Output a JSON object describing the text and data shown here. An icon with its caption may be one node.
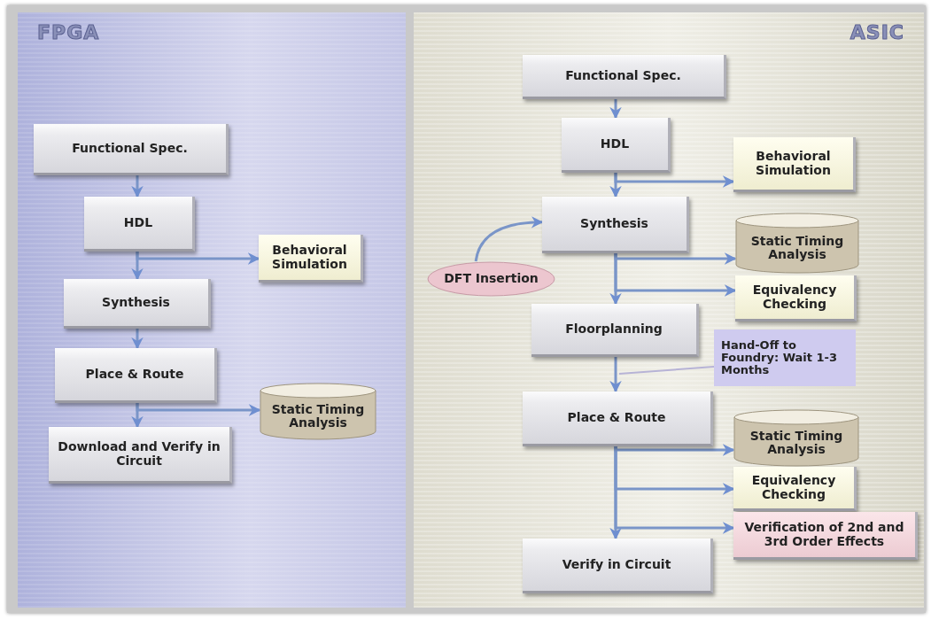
{
  "diagram": {
    "nodes": [
      {
        "text": [
          "FPGA"
        ]
      },
      {
        "text": [
          "Functional Spec."
        ],
        "in": 0
      },
      {
        "text": [
          "HDL"
        ],
        "in": 0
      },
      {
        "text": [
          "Behavioral Simulation"
        ],
        "in": 0
      },
      {
        "text": [
          "Synthesis"
        ],
        "in": 0
      },
      {
        "text": [
          "Place & Route"
        ],
        "in": 0
      },
      {
        "text": [
          "Static Timing Analysis"
        ],
        "in": 0
      },
      {
        "text": [
          "Download and Verify in Circuit"
        ],
        "in": 0
      },
      {
        "text": [
          "ASIC"
        ]
      },
      {
        "text": [
          "Functional Spec."
        ],
        "in": 8
      },
      {
        "text": [
          "HDL"
        ],
        "in": 8
      },
      {
        "text": [
          "Behavioral Simulation"
        ],
        "in": 8
      },
      {
        "text": [
          "Synthesis"
        ],
        "in": 8
      },
      {
        "text": [
          "DFT Insertion"
        ],
        "in": 8
      },
      {
        "text": [
          "Static Timing Analysis"
        ],
        "in": 8
      },
      {
        "text": [
          "Equivalency Checking"
        ],
        "in": 8
      },
      {
        "text": [
          "Floorplanning"
        ],
        "in": 8
      },
      {
        "text": [
          "Hand-Off to Foundry: Wait 1-3 Months"
        ],
        "in": 8
      },
      {
        "text": [
          "Place & Route"
        ],
        "in": 8
      },
      {
        "text": [
          "Static Timing Analysis"
        ],
        "in": 8
      },
      {
        "text": [
          "Equivalency Checking"
        ],
        "in": 8
      },
      {
        "text": [
          "Verification of 2nd and 3rd Order Effects"
        ],
        "in": 8
      },
      {
        "text": [
          "Verify in Circuit"
        ],
        "in": 8
      }
    ],
    "edges": [
      {
        "from": 1,
        "to": 2,
        "arrow": "to"
      },
      {
        "from": 2,
        "to": 4,
        "arrow": "to"
      },
      {
        "from": 2,
        "to": 3,
        "arrow": "to"
      },
      {
        "from": 4,
        "to": 5,
        "arrow": "to"
      },
      {
        "from": 5,
        "to": 7,
        "arrow": "to"
      },
      {
        "from": 5,
        "to": 6,
        "arrow": "to"
      },
      {
        "from": 9,
        "to": 10,
        "arrow": "to"
      },
      {
        "from": 10,
        "to": 12,
        "arrow": "to"
      },
      {
        "from": 10,
        "to": 11,
        "arrow": "to"
      },
      {
        "from": 13,
        "to": 12,
        "arrow": "to"
      },
      {
        "from": 12,
        "to": 16,
        "arrow": "to"
      },
      {
        "from": 12,
        "to": 14,
        "arrow": "to"
      },
      {
        "from": 12,
        "to": 15,
        "arrow": "to"
      },
      {
        "from": 16,
        "to": 18,
        "arrow": "to"
      },
      {
        "from": 17,
        "to": null,
        "arrow": "none"
      },
      {
        "from": 18,
        "to": 22,
        "arrow": "to"
      },
      {
        "from": 18,
        "to": 19,
        "arrow": "to"
      },
      {
        "from": 18,
        "to": 20,
        "arrow": "to"
      },
      {
        "from": 18,
        "to": 21,
        "arrow": "to"
      }
    ]
  }
}
